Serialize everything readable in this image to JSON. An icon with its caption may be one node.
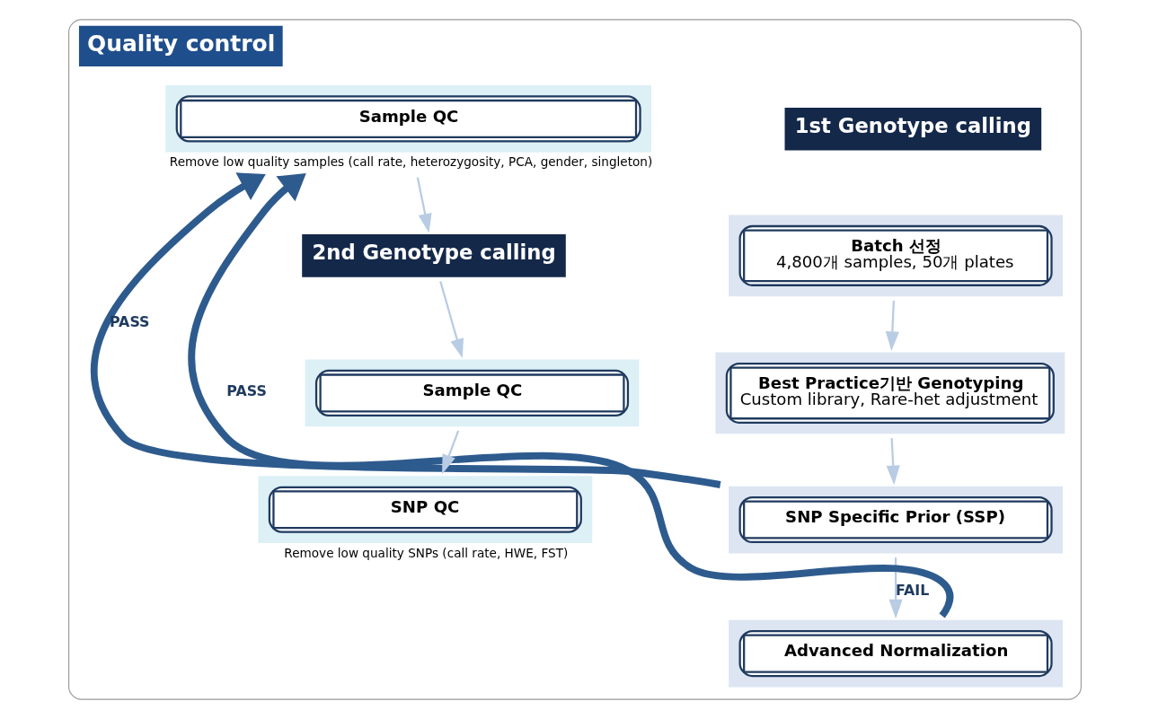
{
  "diagram": {
    "nodes": [
      {
        "text": [
          "Quality control"
        ]
      },
      {
        "text": [
          "1st Genotype calling"
        ],
        "in": 0
      },
      {
        "text": [
          "Batch 선정",
          "4,800개 samples, 50개 plates"
        ],
        "in": 0
      },
      {
        "text": [
          "Best Practice기반 Genotyping",
          "Custom library, Rare-het adjustment"
        ],
        "in": 0
      },
      {
        "text": [
          "SNP Specific Prior (SSP)"
        ],
        "in": 0
      },
      {
        "text": [
          "Advanced Normalization"
        ],
        "in": 0
      },
      {
        "text": [
          "Sample QC"
        ],
        "in": 0,
        "beside": [
          "Remove low quality samples (call rate, heterozygosity, PCA, gender, singleton)"
        ]
      },
      {
        "text": [
          "2nd Genotype calling"
        ],
        "in": 0
      },
      {
        "text": [
          "Sample QC"
        ],
        "in": 0
      },
      {
        "text": [
          "SNP QC"
        ],
        "in": 0,
        "beside": [
          "Remove low quality SNPs (call rate, HWE, FST)"
        ]
      }
    ],
    "edges": [
      {
        "from": 2,
        "to": 3,
        "arrow": "to"
      },
      {
        "from": 3,
        "to": 4,
        "arrow": "to"
      },
      {
        "from": 4,
        "to": 5,
        "arrow": "to",
        "label": "FAIL"
      },
      {
        "from": 4,
        "to": 6,
        "arrow": "to",
        "label": "PASS",
        "style": "thick",
        "color": "#2e5b8e"
      },
      {
        "from": 5,
        "to": 6,
        "arrow": "to",
        "label": "PASS",
        "style": "thick",
        "color": "#2e5b8e"
      },
      {
        "from": 6,
        "to": 7,
        "arrow": "to"
      },
      {
        "from": 7,
        "to": 8,
        "arrow": "to"
      },
      {
        "from": 8,
        "to": 9,
        "arrow": "to"
      }
    ]
  }
}
